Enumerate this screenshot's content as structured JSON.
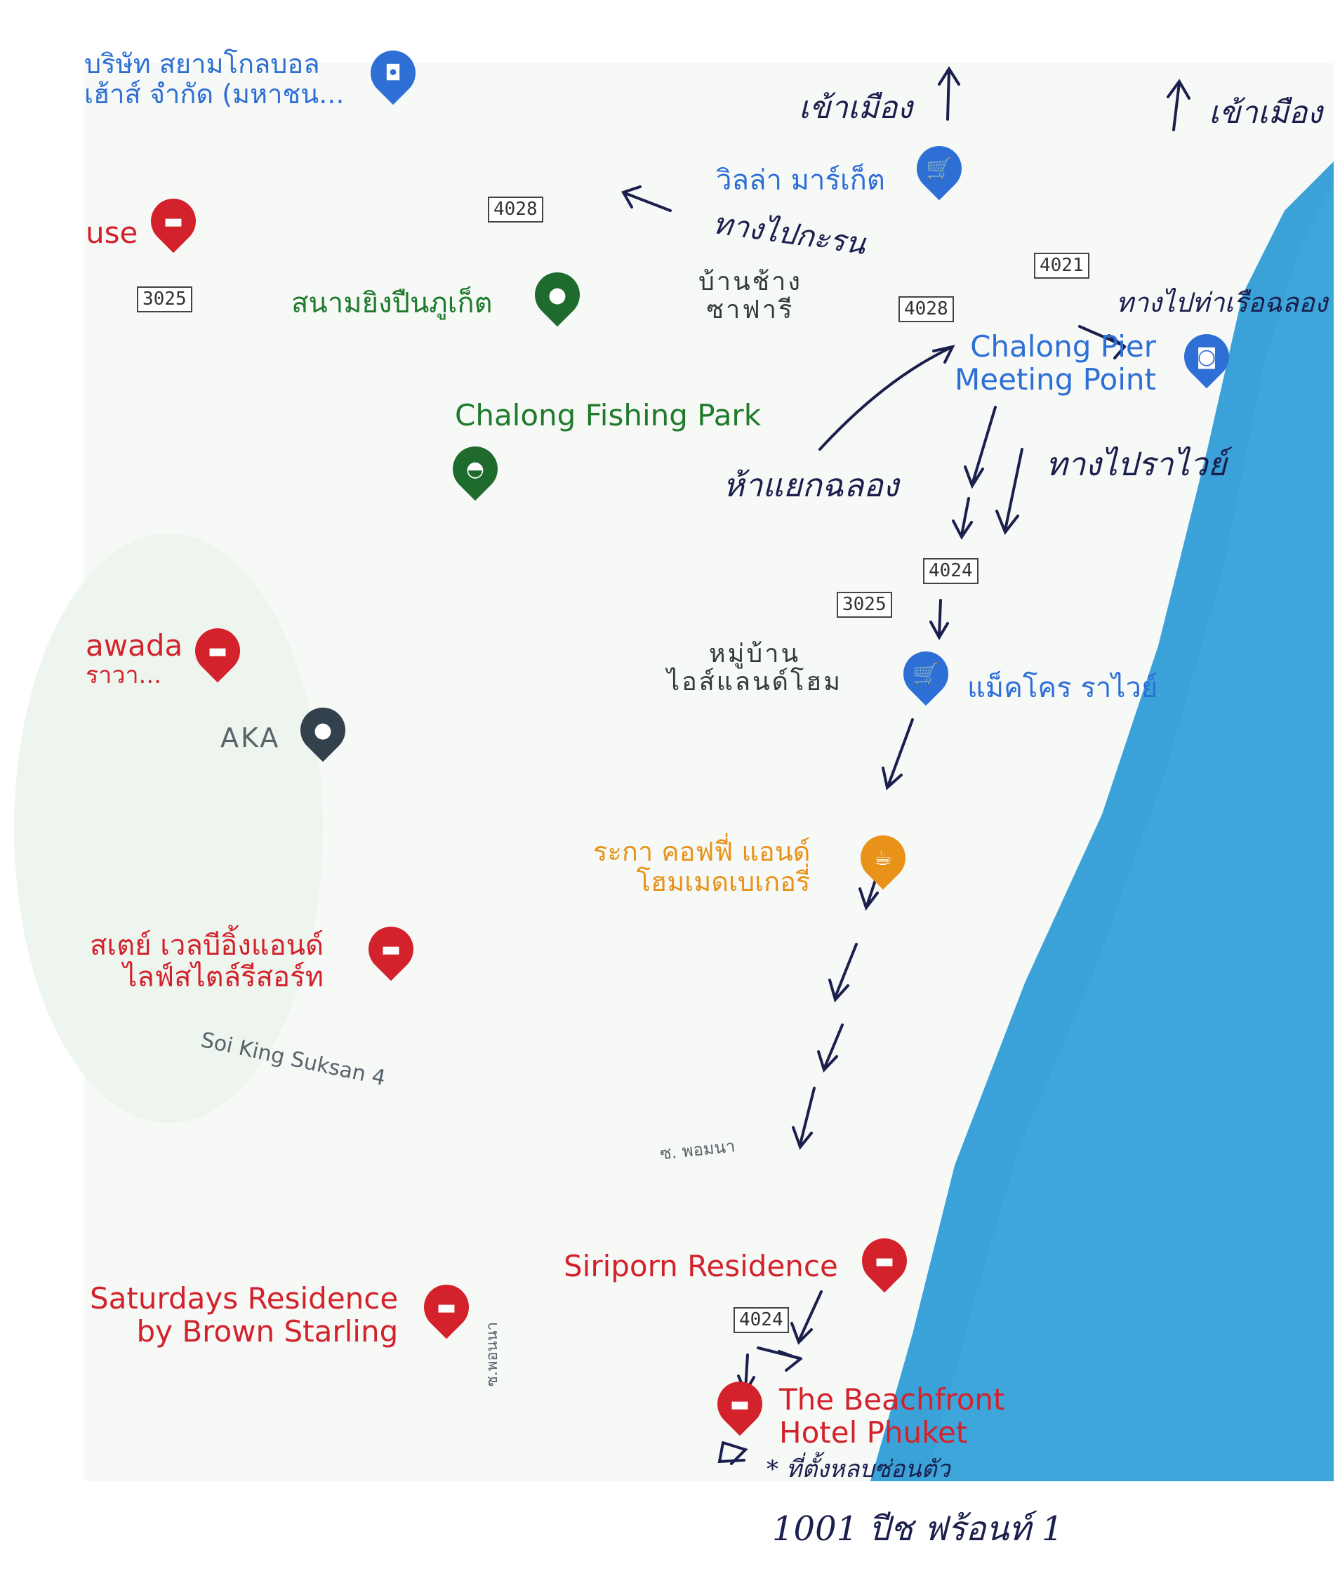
{
  "colors": {
    "sea": "#3aa2d8",
    "land": "#ffffff",
    "place_blue": "#2e6fd6",
    "place_green": "#1f7a2c",
    "hotel_red": "#d3222b",
    "cafe_orange": "#e8921a",
    "ink": "#1a1f4d"
  },
  "places": {
    "company_top": [
      "บริษัท สยามโกลบอล",
      "เฮ้าส์ จำกัด (มหาชน..."
    ],
    "use_partial": "use",
    "villa_market": "วิลล่า มาร์เก็ต",
    "ban_chang_safari": [
      "บ้านช้าง",
      "ซาฟารี"
    ],
    "shooting_range": "สนามยิงปืนภูเก็ต",
    "chalong_pier": [
      "Chalong Pier",
      "Meeting Point"
    ],
    "fishing_park": "Chalong Fishing Park",
    "awada_partial": [
      "awada",
      "ราวา..."
    ],
    "aka": "AKA",
    "island_home_village": [
      "หมู่บ้าน",
      "ไอส์แลนด์โฮม"
    ],
    "makro_rawai": "แม็คโคร ราไวย์",
    "raka_cafe": [
      "ระกา คอฟฟี่ แอนด์",
      "โฮมเมดเบเกอรี่"
    ],
    "stay_wellbeing": [
      "สเตย์ เวลบีอิ้งแอนด์",
      "ไลฟ์สไตล์รีสอร์ท"
    ],
    "soi_road": "Soi King Suksan 4",
    "small_road": "ซ. พอมนา",
    "siriporn": "Siriporn Residence",
    "saturdays": [
      "Saturdays Residence",
      "by Brown Starling"
    ],
    "beachfront": [
      "The Beachfront",
      "Hotel Phuket"
    ],
    "left_edge_road": "ซ.พอนนา"
  },
  "road_shields": {
    "r4028_a": "4028",
    "r3025_a": "3025",
    "r4021": "4021",
    "r4028_b": "4028",
    "r4024_a": "4024",
    "r3025_b": "3025",
    "r4024_b": "4024"
  },
  "handwritten": {
    "to_town_left": "เข้าเมือง",
    "to_town_right": "เข้าเมือง",
    "to_kata": "ทางไปกะรน",
    "to_chalong_pier": "ทางไปท่าเรือฉลอง",
    "chalong_intersection": "ห้าแยกฉลอง",
    "to_rawai": "ทางไปราไวย์",
    "location_note": "* ที่ตั้งหลบซ่อนตัว",
    "date_note": "1001 ปีช ฟร้อนท์ 1"
  },
  "icons": {
    "shop": "shopping-cart-icon",
    "hotel": "bed-icon",
    "camera": "camera-icon",
    "cafe": "coffee-cup-icon",
    "place": "place-pin-icon"
  }
}
